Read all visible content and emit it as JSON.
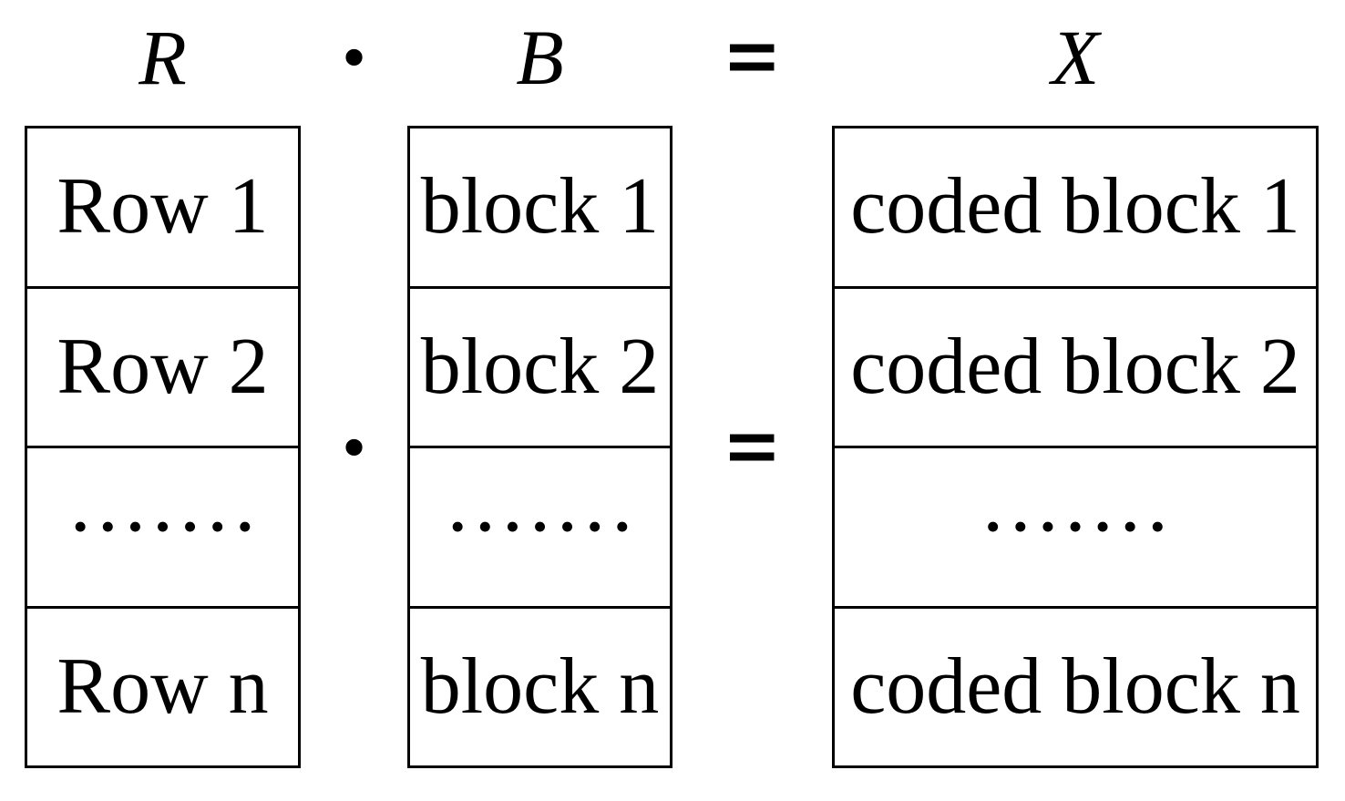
{
  "header": {
    "r_label": "R",
    "dot_operator": "·",
    "b_label": "B",
    "equals_operator": "=",
    "x_label": "X"
  },
  "operators": {
    "dot": "·",
    "equals": "="
  },
  "matrices": {
    "r": {
      "cells": [
        "Row 1",
        "Row 2",
        "•••••••",
        "Row n"
      ]
    },
    "b": {
      "cells": [
        "block 1",
        "block 2",
        "•••••••",
        "block n"
      ]
    },
    "x": {
      "cells": [
        "coded block 1",
        "coded block 2",
        "•••••••",
        "coded block n"
      ]
    }
  },
  "colors": {
    "ink": "#000000",
    "background": "#ffffff"
  }
}
